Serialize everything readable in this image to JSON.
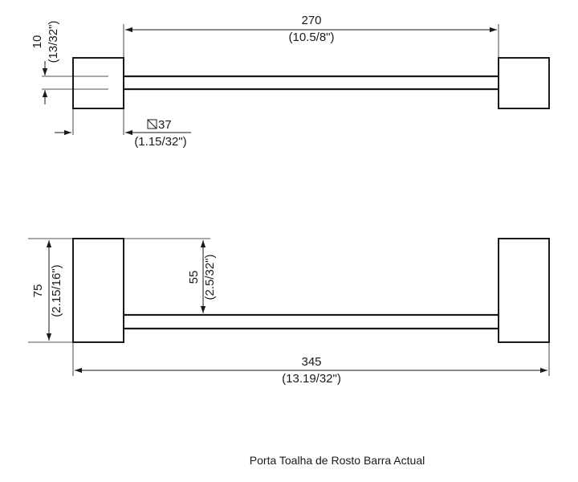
{
  "top_view": {
    "length_mm": "270",
    "length_in": "(10.5/8\")",
    "thickness_mm": "10",
    "thickness_in": "(13/32\")",
    "square_mm": "37",
    "square_in": "(1.15/32\")"
  },
  "front_view": {
    "height_mm": "75",
    "height_in": "(2.15/16\")",
    "projection_mm": "55",
    "projection_in": "(2.5/32\")",
    "overall_mm": "345",
    "overall_in": "(13.19/32\")"
  },
  "caption": "Porta Toalha de Rosto Barra Actual"
}
